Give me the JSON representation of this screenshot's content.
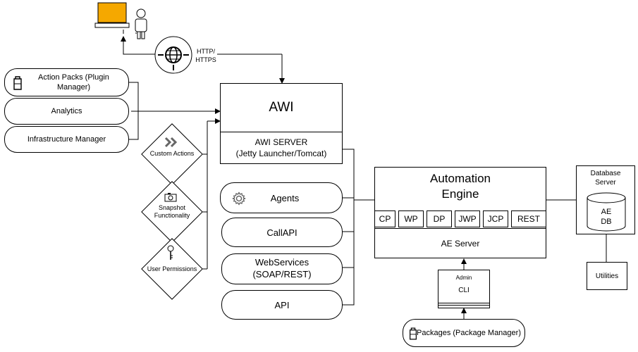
{
  "http_label": "HTTP/\nHTTPS",
  "left_pills": {
    "action_packs": "Action Packs (Plugin\nManager)",
    "analytics": "Analytics",
    "infrastructure": "Infrastructure Manager"
  },
  "diamonds": {
    "custom_actions": "Custom Actions",
    "snapshot": "Snapshot\nFunctionality",
    "user_permissions": "User Permissions"
  },
  "awi": {
    "title": "AWI",
    "server": "AWI SERVER\n(Jetty Launcher/Tomcat)"
  },
  "mid_pills": {
    "agents": "Agents",
    "callapi": "CallAPI",
    "webservices": "WebServices\n(SOAP/REST)",
    "api": "API"
  },
  "engine": {
    "title": "Automation\nEngine",
    "processes": [
      "CP",
      "WP",
      "DP",
      "JWP",
      "JCP",
      "REST"
    ],
    "server": "AE Server"
  },
  "admin": {
    "label": "Admin",
    "cli": "CLI"
  },
  "packages": "Packages (Package Manager)",
  "database": {
    "label": "Database\nServer",
    "db": "AE\nDB"
  },
  "utilities": "Utilities",
  "colors": {
    "laptop": "#f5a800",
    "line": "#000000",
    "icon_gray": "#555555"
  }
}
